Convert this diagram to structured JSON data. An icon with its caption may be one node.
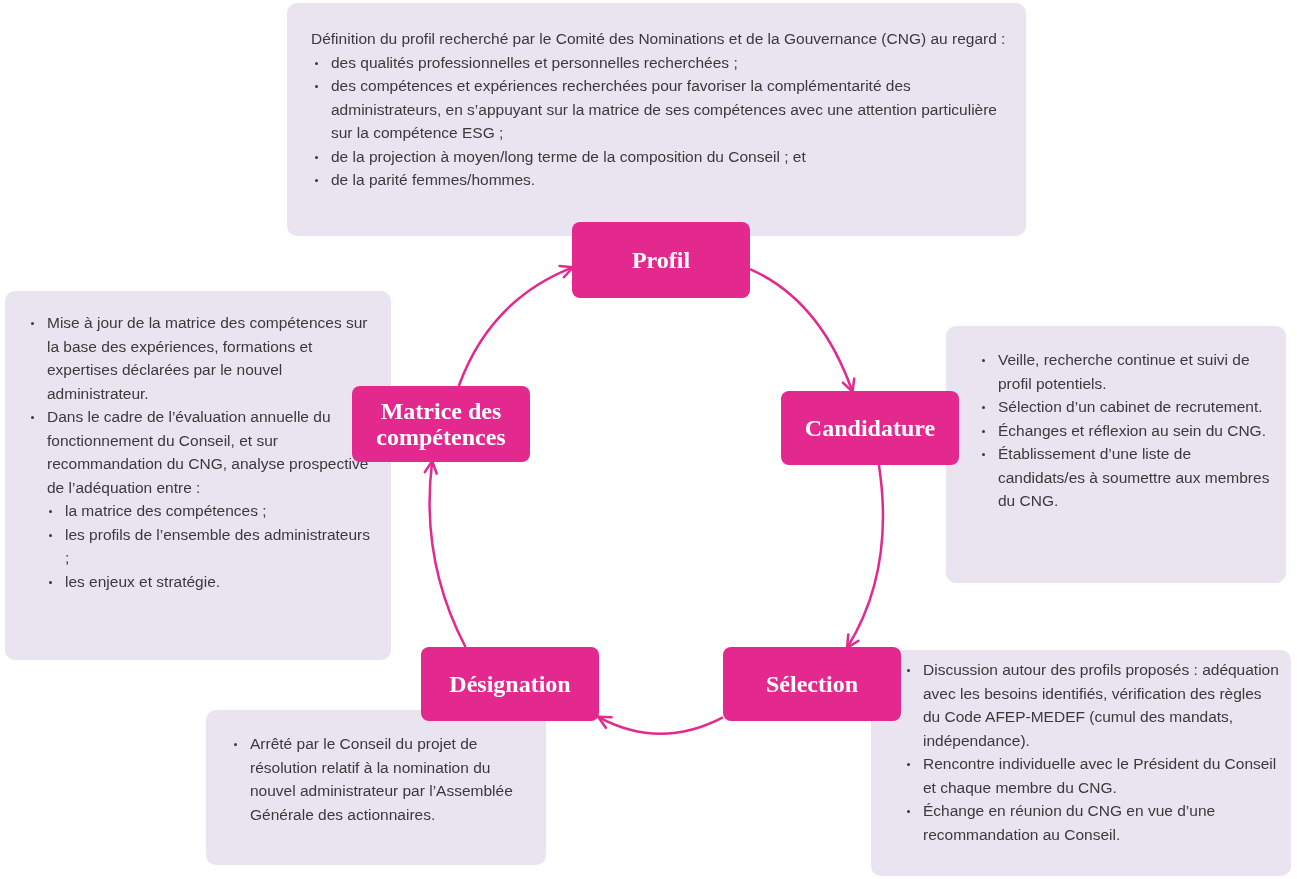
{
  "diagram": {
    "nodes": [
      {
        "text": [
          "Définition du profil recherché par le Comité des Nominations et de la Gouvernance (CNG) au regard :",
          "des qualités professionnelles et personnelles recherchées ;",
          "des compétences et expériences recherchées pour favoriser la complémentarité des administrateurs, en s’appuyant sur la matrice de ses compétences avec une attention particulière sur la compétence ESG ;",
          "de la projection à moyen/long terme de la composition du Conseil ; et",
          "de la parité femmes/hommes."
        ]
      },
      {
        "text": [
          "Profil"
        ]
      },
      {
        "text": [
          "Mise à jour de la matrice des compétences sur la base des expériences, formations et expertises déclarées par le nouvel administrateur.",
          "Dans le cadre de l’évaluation annuelle du fonctionnement du Conseil, et sur recommandation du CNG, analyse prospective de l’adéquation entre :",
          "la matrice des compétences ;",
          "les profils de l’ensemble des administrateurs ;",
          "les enjeux et stratégie."
        ]
      },
      {
        "text": [
          "Matrice des compétences"
        ]
      },
      {
        "text": [
          "Veille, recherche continue et suivi de profil potentiels.",
          "Sélection d’un cabinet de recrutement.",
          "Échanges et réflexion au sein du CNG.",
          "Établissement d’une liste de candidats/es à soumettre aux membres du CNG."
        ]
      },
      {
        "text": [
          "Candidature"
        ]
      },
      {
        "text": [
          "Désignation"
        ]
      },
      {
        "text": [
          "Sélection"
        ]
      },
      {
        "text": [
          "Arrêté par le Conseil du projet de résolution relatif à la nomination du nouvel administrateur par l’Assemblée Générale des actionnaires."
        ]
      },
      {
        "text": [
          "Discussion autour des profils proposés : adéquation avec les besoins identifiés, vérification des règles du Code AFEP-MEDEF (cumul des mandats, indépendance).",
          "Rencontre individuelle avec le Président du Conseil et chaque membre du CNG.",
          "Échange en réunion du CNG en vue d’une recommandation au Conseil."
        ]
      }
    ],
    "edges": [
      {
        "from": 1,
        "to": 5,
        "arrow": "to"
      },
      {
        "from": 5,
        "to": 7,
        "arrow": "to"
      },
      {
        "from": 7,
        "to": 6,
        "arrow": "to"
      },
      {
        "from": 6,
        "to": 3,
        "arrow": "to"
      },
      {
        "from": 3,
        "to": 1,
        "arrow": "to"
      }
    ]
  }
}
